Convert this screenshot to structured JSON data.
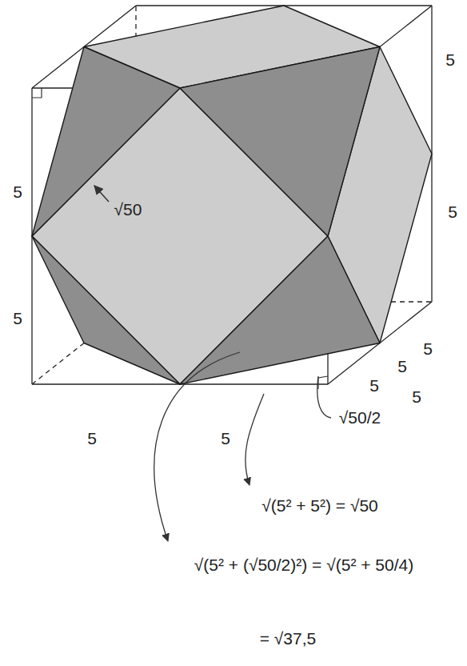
{
  "diagram": {
    "labels": [
      "5",
      "5",
      "5",
      "5",
      "5",
      "5",
      "5",
      "5",
      "5",
      "5",
      "√50",
      "√50/2",
      "√(5² + 5²) = √50",
      "√(5² + (√50/2)²) = √(5² + 50/4)",
      "= √37,5"
    ]
  }
}
